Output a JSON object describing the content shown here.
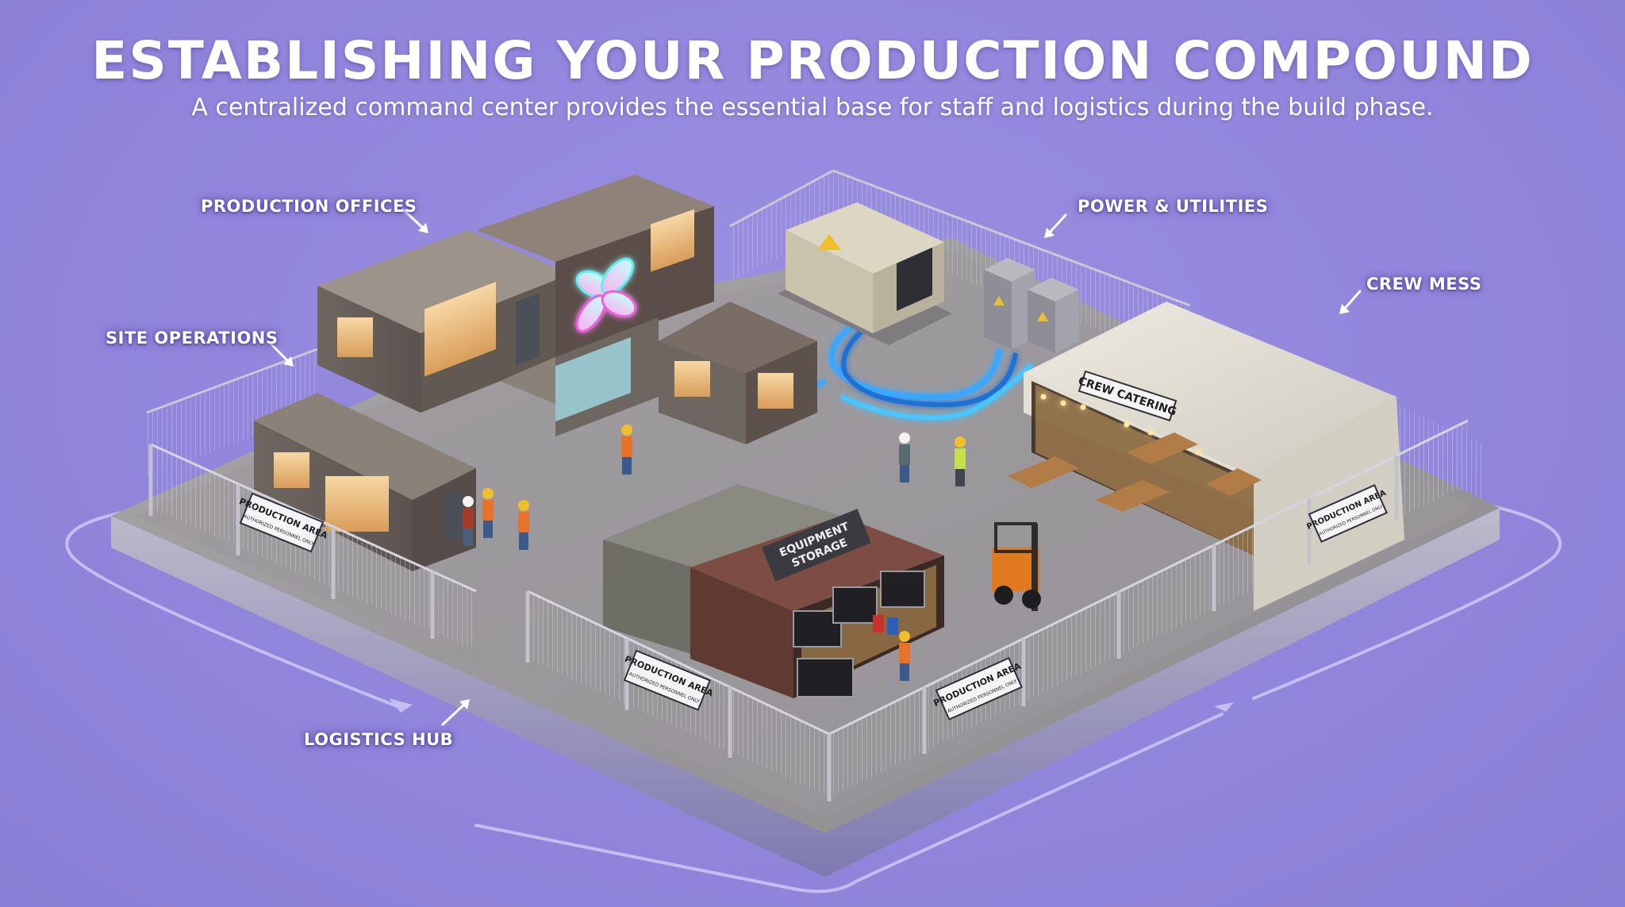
{
  "header": {
    "title": "ESTABLISHING YOUR PRODUCTION COMPOUND",
    "subtitle": "A centralized command center provides the essential base for staff and logistics during the build phase."
  },
  "callouts": [
    {
      "id": "production-offices",
      "label": "PRODUCTION OFFICES",
      "arrow": "down-right"
    },
    {
      "id": "site-operations",
      "label": "SITE OPERATIONS",
      "arrow": "down-right"
    },
    {
      "id": "power-utilities",
      "label": "POWER & UTILITIES",
      "arrow": "down-left"
    },
    {
      "id": "crew-mess",
      "label": "CREW MESS",
      "arrow": "down-left"
    },
    {
      "id": "logistics-hub",
      "label": "LOGISTICS HUB",
      "arrow": "up-right"
    }
  ],
  "scene_signs": {
    "equipment_storage_line1": "EQUIPMENT",
    "equipment_storage_line2": "STORAGE",
    "crew_catering": "CREW CATERING",
    "fence_sign_title": "PRODUCTION AREA",
    "fence_sign_sub": "AUTHORIZED PERSONNEL ONLY"
  },
  "scene_elements": [
    "stacked-office-containers",
    "neon-butterfly-logo",
    "diesel-generator",
    "electrical-distribution-cabinets",
    "glowing-blue-power-cables",
    "crew-catering-tent",
    "picnic-tables",
    "equipment-storage-container",
    "road-cases",
    "forklift",
    "perimeter-fencing",
    "workers-with-hardhats",
    "concrete-platform"
  ],
  "colors": {
    "background": "#9186dc",
    "text": "#ffffff",
    "path_line": "#c4bdf0",
    "neon_cyan": "#5ef0f0",
    "neon_magenta": "#f05be0",
    "cable_blue": "#3aa8ff",
    "container_rust": "#7d4c42",
    "tent_canvas": "#e6e2d8"
  }
}
